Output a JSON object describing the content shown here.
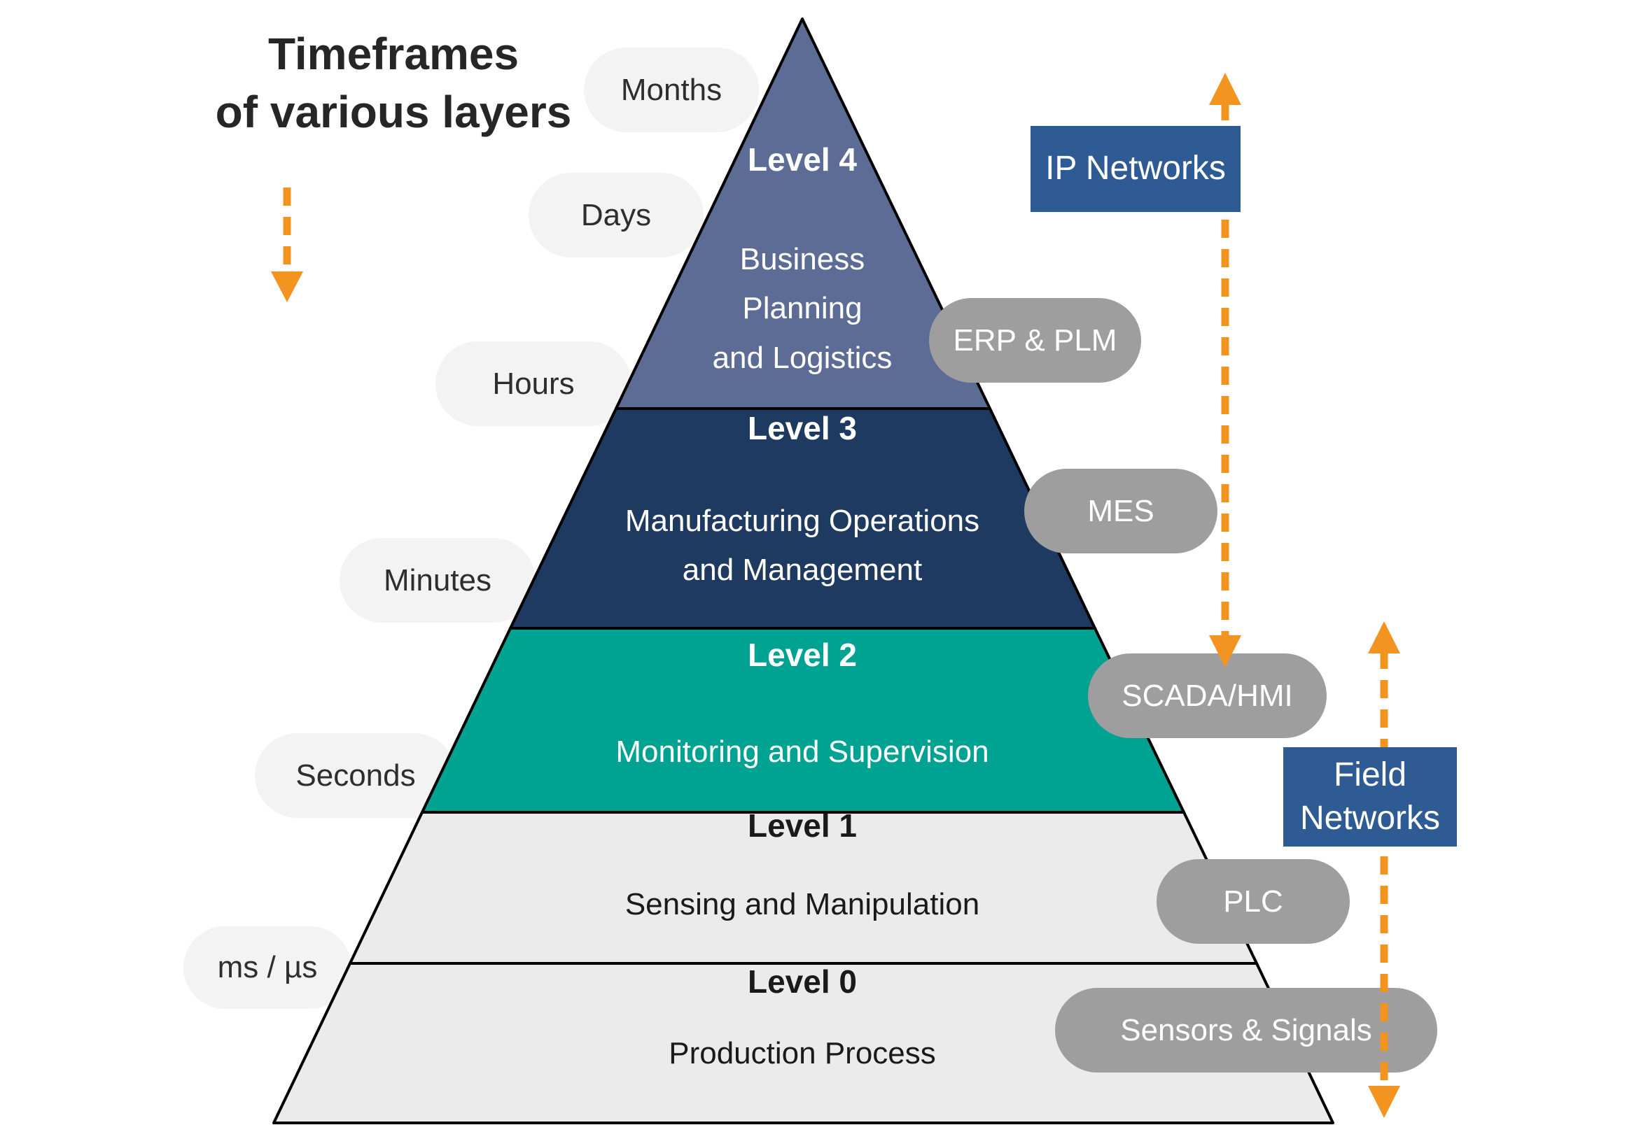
{
  "title": {
    "text": "Timeframes\nof various layers"
  },
  "timeframes": [
    {
      "label": "Months"
    },
    {
      "label": "Days"
    },
    {
      "label": "Hours"
    },
    {
      "label": "Minutes"
    },
    {
      "label": "Seconds"
    },
    {
      "label": "ms / µs"
    }
  ],
  "pyramid": {
    "levels": [
      {
        "name": "Level 4",
        "description": "Business\nPlanning\nand Logistics",
        "color": "#5C6C95",
        "text_color": "#FFFFFF"
      },
      {
        "name": "Level 3",
        "description": "Manufacturing Operations\nand Management",
        "color": "#1F3A60",
        "text_color": "#FFFFFF"
      },
      {
        "name": "Level 2",
        "description": "Monitoring and Supervision",
        "color": "#00A291",
        "text_color": "#FFFFFF"
      },
      {
        "name": "Level 1",
        "description": "Sensing and Manipulation",
        "color": "#EBEBEB",
        "text_color": "#1A1A1A"
      },
      {
        "name": "Level 0",
        "description": "Production Process",
        "color": "#EBEBEB",
        "text_color": "#1A1A1A"
      }
    ]
  },
  "systems": [
    {
      "label": "ERP & PLM"
    },
    {
      "label": "MES"
    },
    {
      "label": "SCADA/HMI"
    },
    {
      "label": "PLC"
    },
    {
      "label": "Sensors & Signals"
    }
  ],
  "networks": {
    "ip": {
      "label": "IP Networks"
    },
    "field": {
      "label": "Field\nNetworks"
    }
  },
  "colors": {
    "orange": "#F2941F",
    "network_box": "#2F5B95",
    "system_pill": "#9E9E9E",
    "timeframe_pill": "#F3F3F3",
    "outline": "#000000"
  }
}
